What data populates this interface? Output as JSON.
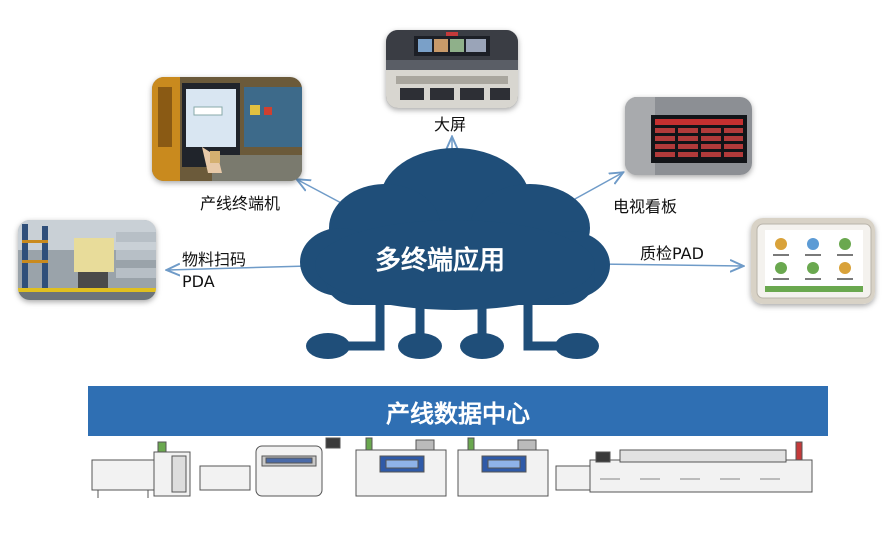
{
  "center": {
    "title": "多终端应用"
  },
  "terminals": {
    "big_screen": "大屏",
    "line_terminal": "产线终端机",
    "tv_board": "电视看板",
    "material_pda_line1": "物料扫码",
    "material_pda_line2": "PDA",
    "qc_pad": "质检PAD"
  },
  "bottom": {
    "title": "产线数据中心"
  },
  "colors": {
    "cloud": "#1f4e79",
    "band": "#2f6fb3",
    "arrow": "#6f9bc8"
  },
  "icons": [
    "cloud-icon",
    "network-connector-icon",
    "production-line-machines-icon"
  ]
}
